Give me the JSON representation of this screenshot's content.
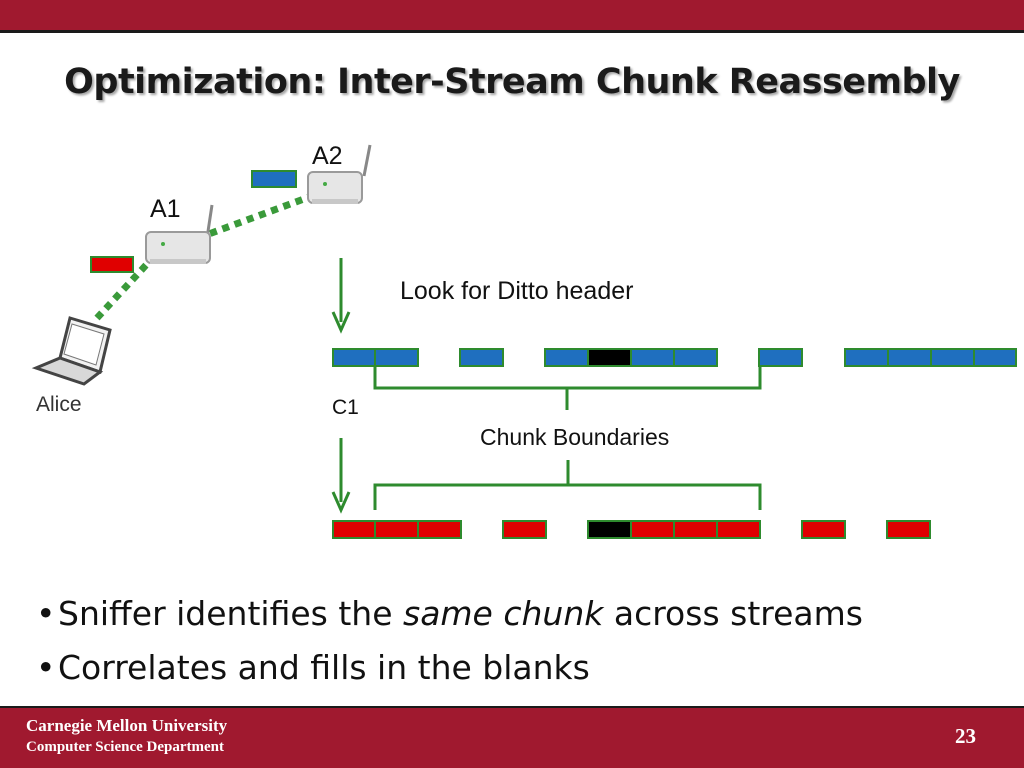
{
  "slide": {
    "title": "Optimization: Inter-Stream Chunk Reassembly",
    "labels": {
      "a2": "A2",
      "a1": "A1",
      "alice": "Alice",
      "ditto": "Look for Ditto header",
      "c1": "C1",
      "chunk_boundaries": "Chunk Boundaries"
    },
    "bullets": {
      "b1_pre": "Sniffer identifies the ",
      "b1_em": "same chunk",
      "b1_post": " across streams",
      "b2": "Correlates and fills in the blanks"
    },
    "footer": {
      "university": "Carnegie Mellon University",
      "department": "Computer Science Department",
      "page_number": "23"
    }
  },
  "colors": {
    "brand": "#a0192f",
    "stream_blue": "#1f6fbf",
    "stream_red": "#e00000",
    "header_black": "#000000",
    "border_green": "#2e8b2e",
    "dotted_green": "#3a9a3a"
  },
  "icons": [
    "wireless-ap-icon",
    "laptop-icon",
    "down-arrow-icon",
    "bracket-icon"
  ]
}
